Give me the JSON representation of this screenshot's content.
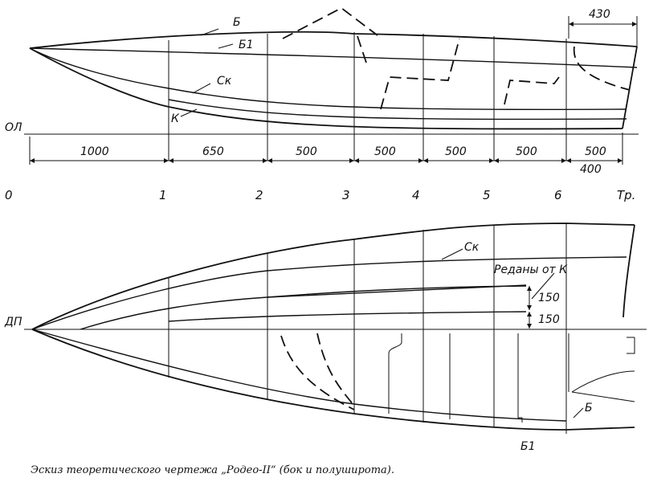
{
  "labels": {
    "baseline": "ОЛ",
    "centerline": "ДП",
    "deck": "Б",
    "deck1_top": "Б1",
    "chine": "Ск",
    "keel": "К",
    "chine_plan": "Ск",
    "deck_plan": "Б",
    "deck1_bottom": "Б1",
    "steps": "Реданы от К"
  },
  "stations": [
    "0",
    "1",
    "2",
    "3",
    "4",
    "5",
    "6",
    "Тр."
  ],
  "spacings": [
    "1000",
    "650",
    "500",
    "500",
    "500",
    "500",
    "500"
  ],
  "extra_dims": {
    "stern_overhang": "430",
    "transom_below": "400",
    "step1": "150",
    "step2": "150"
  },
  "caption": "Эскиз теоретического чертежа „Родео-II“ (бок и полуширота)."
}
